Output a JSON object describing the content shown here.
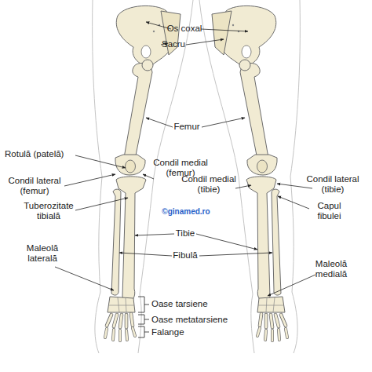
{
  "diagram": {
    "labels": [
      "Os coxal",
      "Sacru",
      "Femur",
      "Rotulă (patelă)",
      "Condil medial (femur)",
      "Condil lateral (femur)",
      "Condil medial (tibie)",
      "Condil lateral (tibie)",
      "Capul fibulei",
      "Tuberozitate tibială",
      "Tibie",
      "Fibulă",
      "Maleolă laterală",
      "Maleolă medială",
      "Oase tarsiene",
      "Oase metatarsiene",
      "Falange",
      "©ginamed.ro"
    ]
  }
}
